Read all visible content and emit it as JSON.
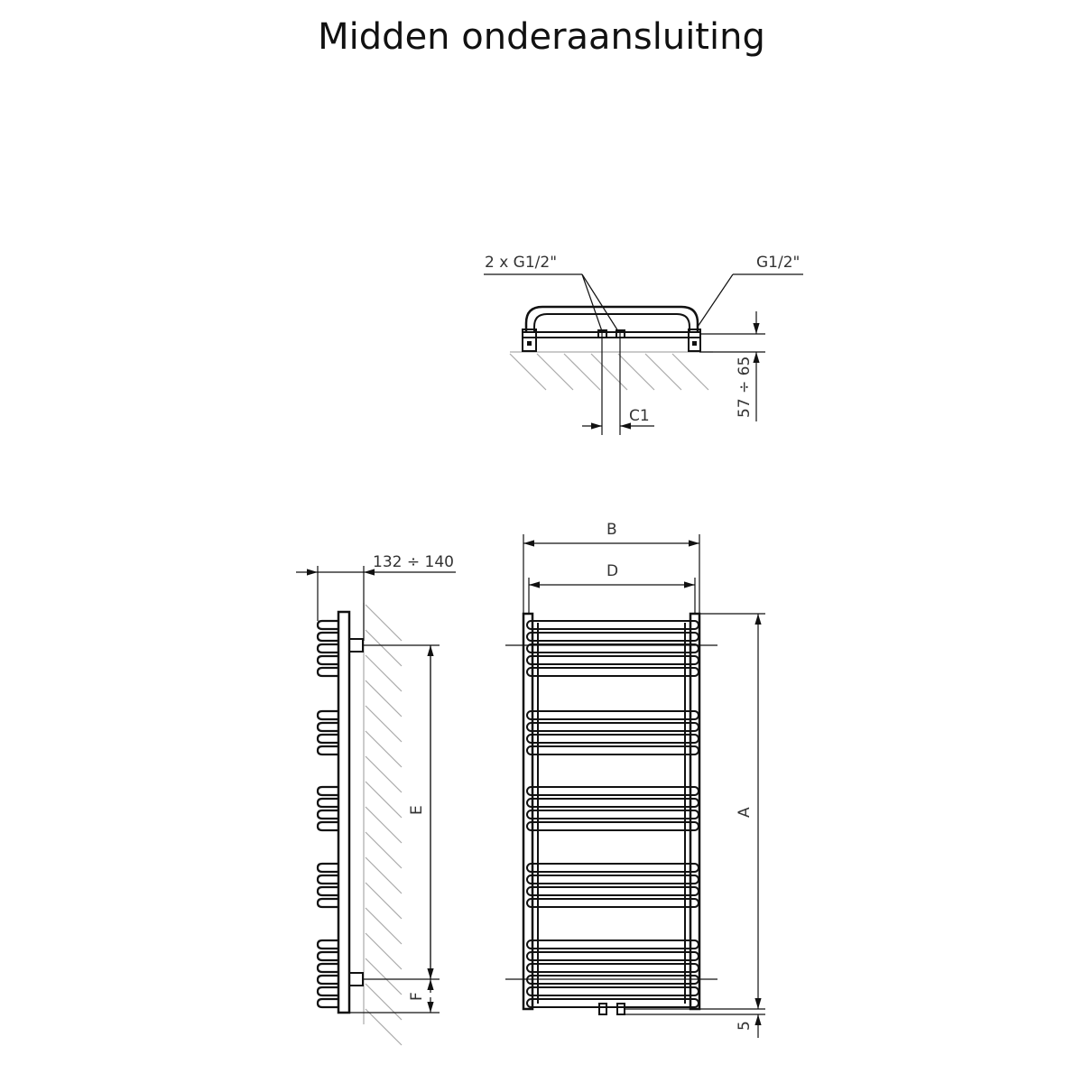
{
  "title": "Midden onderaansluiting",
  "top_view": {
    "label_inlets": "2 x G1/2\"",
    "label_vent": "G1/2\"",
    "dim_wall_distance": "57 ÷ 65",
    "dim_c1": "C1"
  },
  "side_view": {
    "dim_depth": "132 ÷ 140",
    "dim_e": "E",
    "dim_f": "F"
  },
  "front_view": {
    "dim_b": "B",
    "dim_d": "D",
    "dim_a": "A",
    "dim_5": "5"
  }
}
